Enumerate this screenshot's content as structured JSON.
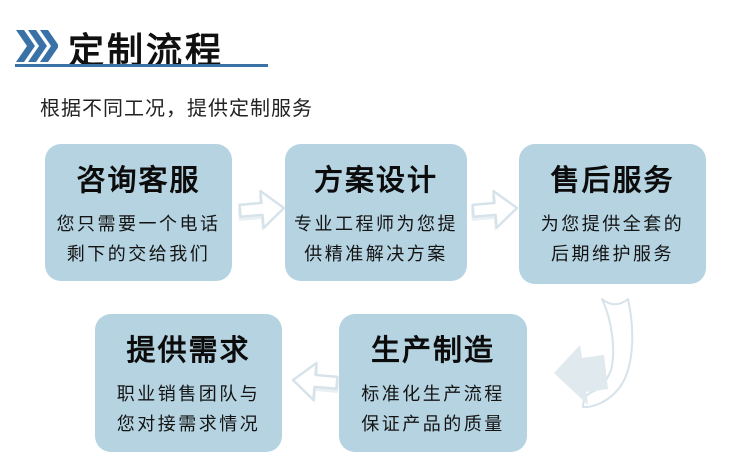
{
  "colors": {
    "accent": "#3a72a8",
    "box-fill": "#b5d3e1",
    "arrow-line": "#d7e3ea",
    "arrow-fill": "#dfe9ee",
    "arrow-shadow": "#e9f0f4",
    "text": "#111111"
  },
  "header": {
    "title": "定制流程",
    "subtitle": "根据不同工况，提供定制服务"
  },
  "flow": {
    "steps": [
      {
        "id": "consult",
        "title": "咨询客服",
        "line1": "您只需要一个电话",
        "line2": "剩下的交给我们"
      },
      {
        "id": "design",
        "title": "方案设计",
        "line1": "专业工程师为您提",
        "line2": "供精准解决方案"
      },
      {
        "id": "aftersales",
        "title": "售后服务",
        "line1": "为您提供全套的",
        "line2": "后期维护服务"
      },
      {
        "id": "requirements",
        "title": "提供需求",
        "line1": "职业销售团队与",
        "line2": "您对接需求情况"
      },
      {
        "id": "production",
        "title": "生产制造",
        "line1": "标准化生产流程",
        "line2": "保证产品的质量"
      }
    ]
  }
}
